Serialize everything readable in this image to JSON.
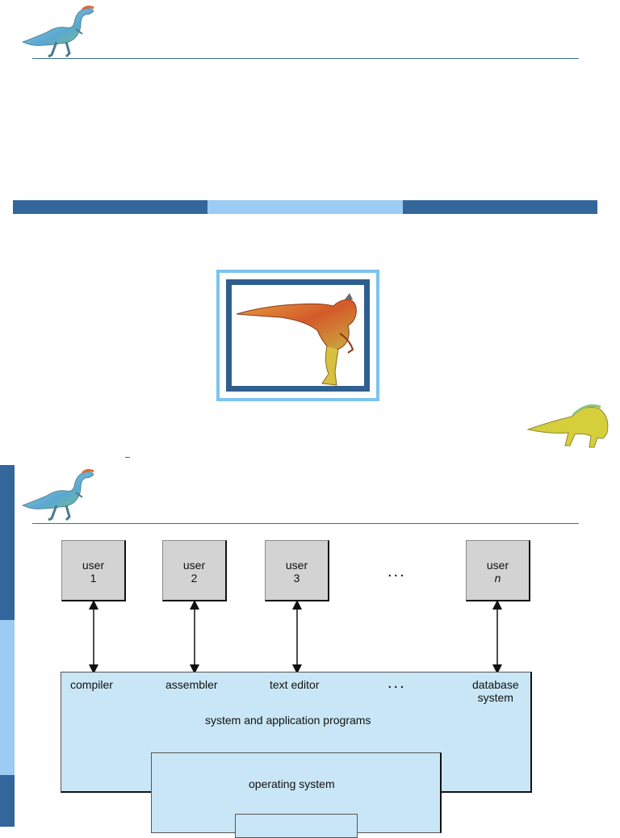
{
  "diagram": {
    "users": [
      {
        "line1": "user",
        "line2": "1"
      },
      {
        "line1": "user",
        "line2": "2"
      },
      {
        "line1": "user",
        "line2": "3"
      },
      {
        "line1": "user",
        "line2": "n"
      }
    ],
    "top_ellipsis": "...",
    "programs": {
      "compiler": "compiler",
      "assembler": "assembler",
      "text_editor": "text editor",
      "ellipsis": "...",
      "database_line1": "database",
      "database_line2": "system",
      "caption": "system and application programs"
    },
    "operating_system": "operating system"
  },
  "colors": {
    "banner_dark": "#33669a",
    "banner_light": "#9ccbf3",
    "box_fill": "#c9e6f6",
    "user_fill": "#d3d3d3"
  },
  "icons": [
    "dinosaur-logo-icon",
    "dinosaur-cover-image",
    "dinosaur-corner-icon"
  ]
}
